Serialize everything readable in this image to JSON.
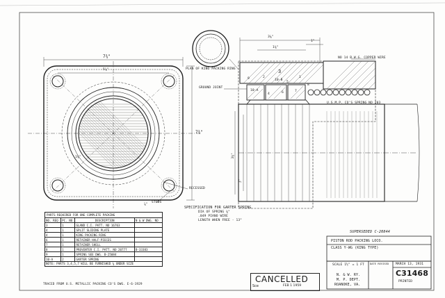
{
  "drawing": {
    "plan_label": "PLAN OF KING PACKING RING",
    "ground_joint": "GROUND JOINT",
    "wire_note": "NO 14 B.W.G. COPPER WIRE",
    "spring_note": "U.S.M.P. CO'S SPRING NO 203",
    "recessed": "RECESSED",
    "studs": "STUDS",
    "cone_labels": [
      "10-A",
      "10-B",
      "1",
      "2",
      "3",
      "4",
      "5",
      "6",
      "7",
      "8",
      "9"
    ],
    "dims": {
      "top_width": "7¾\"",
      "inner_width": "5⅞\"",
      "top_span": "3⅛\"",
      "small_a": "1⅜\"",
      "small_b": "1\"",
      "height": "7¾\"",
      "bolt_circle": "1⅝\"",
      "stud_dia": "⅞\"",
      "bore": "3⅜\"",
      "bore_inner": "3\""
    }
  },
  "specification": {
    "title": "SPECIFICATION FOR GARTER SPRING",
    "lines": [
      "DIA OF SPRING ⅜\"",
      ".049 PIANO WIRE",
      "LENGTH WHEN FREE - 13\""
    ]
  },
  "parts_table": {
    "caption": "PARTS REQUIRED FOR ONE COMPLETE PACKING",
    "headers": [
      "NO. REQ",
      "PC. NO",
      "DESCRIPTION",
      "N & W DWG. NO"
    ],
    "rows": [
      {
        "req": "3",
        "pc": "1",
        "desc": "GLAND   C.I. PATT. NO 16763",
        "dwg": ""
      },
      {
        "req": "4",
        "pc": "1",
        "desc": "SPLIT SLIDING PLATE",
        "dwg": ""
      },
      {
        "req": "4",
        "pc": "1",
        "desc": "KING PACKING RING",
        "dwg": ""
      },
      {
        "req": "6",
        "pc": "1",
        "desc": "RETAINER HALF-PIECES",
        "dwg": ""
      },
      {
        "req": "7",
        "pc": "1",
        "desc": "RETAINER SHELL",
        "dwg": ""
      },
      {
        "req": "8",
        "pc": "1",
        "desc": "PREVENTER  C.I. PATT. NO 20777",
        "dwg": "B-33383"
      },
      {
        "req": "9",
        "pc": "1",
        "desc": "SPRING SEE DWG. B-25084",
        "dwg": ""
      },
      {
        "req": "10-A",
        "pc": "2",
        "desc": "GARTER SPRING",
        "dwg": ""
      }
    ],
    "note": "NOTE: PARTS 3,4,5,7 WILL BE FURNISHED ⅛ UNDER SIZE"
  },
  "title_block": {
    "superseded": "SUPERSEDED C-20844",
    "title_line1": "PISTON ROD PACKING LOCO.",
    "title_line2": "CLASS Y-WG (KING TYPE)",
    "scale": "SCALE 1½\" = 1 FT",
    "date": "MARCH 13, 1931",
    "railway": "N. & W. RY.",
    "office": "M. P. DEPT.",
    "city": "ROANOKE, VA.",
    "dwg_no": "C31468",
    "printed": "PRINTED",
    "revised": "DATE REVISED"
  },
  "traced_note": "TRACED FROM U.S. METALLIC PACKING CO'S DWG. E-6-1929",
  "stamp": {
    "text": "CANCELLED",
    "date": "FEB 1 1959",
    "prefix": "Sce"
  }
}
